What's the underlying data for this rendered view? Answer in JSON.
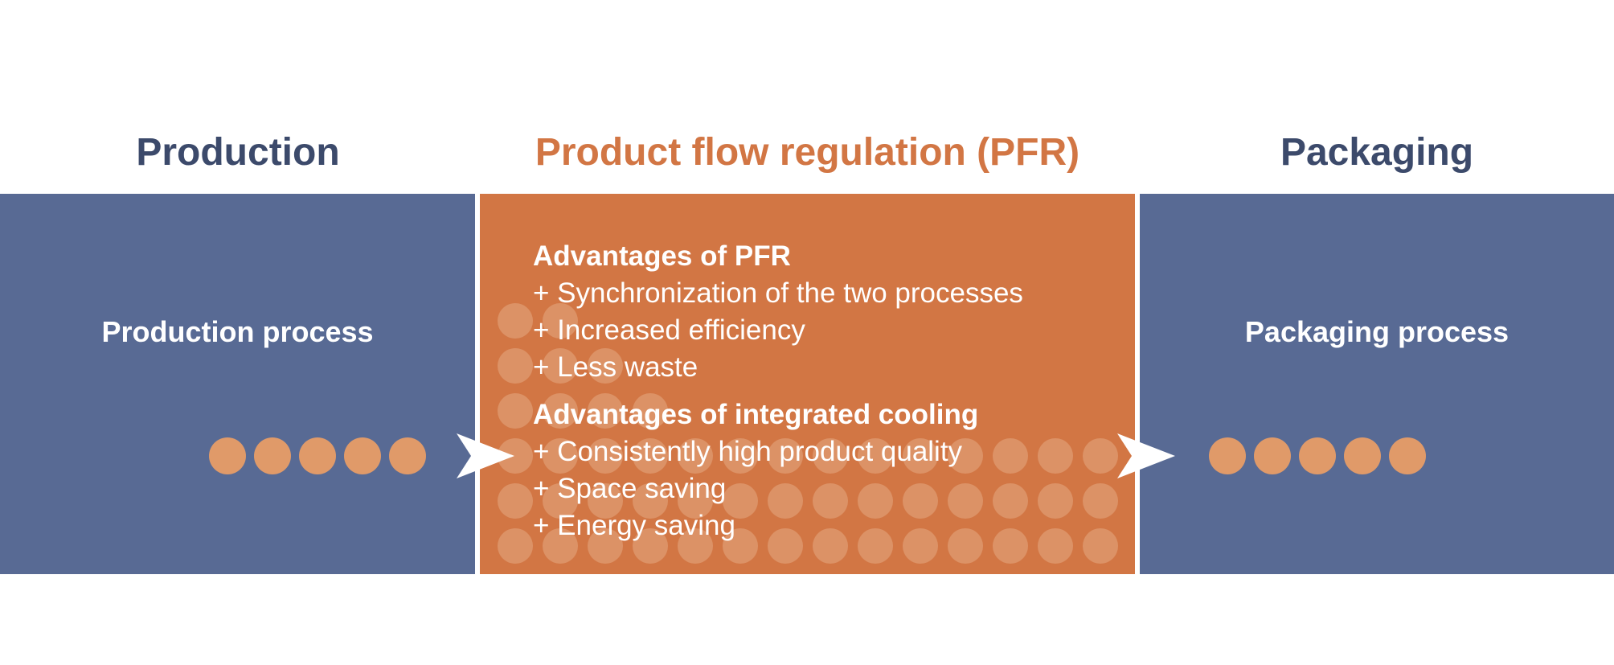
{
  "colors": {
    "background": "#ffffff",
    "blue_panel": "#586a94",
    "orange_panel": "#d27644",
    "blue_heading": "#3c4a6b",
    "orange_heading": "#d27644",
    "dot_orange": "#e09a69",
    "dot_light": "#e2a27a",
    "arrow": "#ffffff"
  },
  "sections": {
    "production": {
      "heading": "Production",
      "process": "Production process"
    },
    "pfr": {
      "heading": "Product flow regulation (PFR)",
      "groups": [
        {
          "title": "Advantages of PFR",
          "items": [
            "+ Synchronization of the two processes",
            "+ Increased efficiency",
            "+ Less waste"
          ]
        },
        {
          "title": "Advantages of integrated cooling",
          "items": [
            "+ Consistently high product quality",
            "+ Space saving",
            "+ Energy saving"
          ]
        }
      ]
    },
    "packaging": {
      "heading": "Packaging",
      "process": "Packaging process"
    }
  },
  "icons": [
    "product-dot-icon",
    "flow-arrow-icon"
  ]
}
